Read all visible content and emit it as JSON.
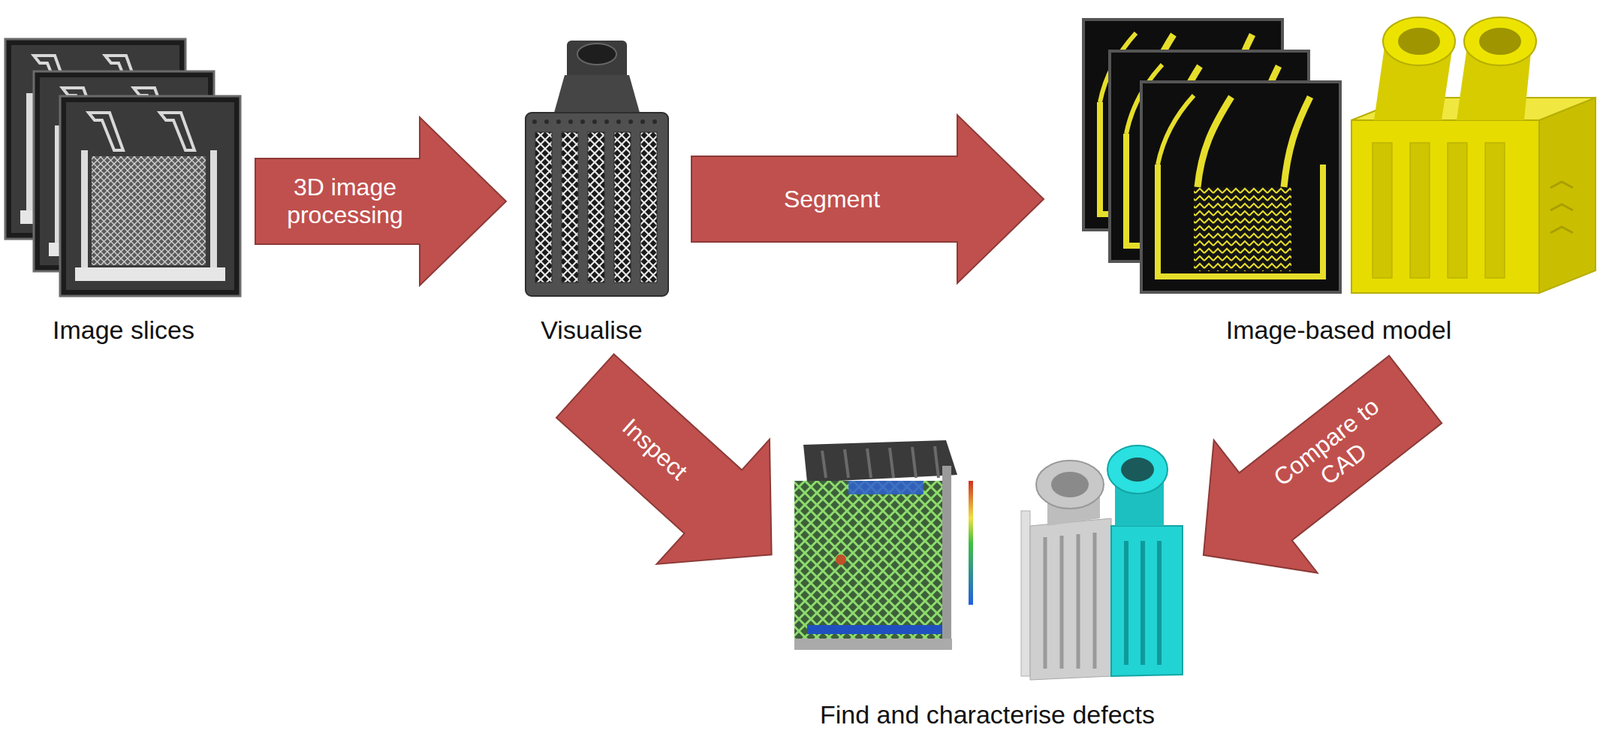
{
  "diagram": {
    "nodes": [
      {
        "text": [
          "Image slices"
        ]
      },
      {
        "text": [
          "Visualise"
        ]
      },
      {
        "text": [
          "Image-based model"
        ]
      },
      {
        "text": [
          "Find and characterise defects"
        ]
      }
    ],
    "edges": [
      {
        "from": 0,
        "to": 1,
        "arrow": "to",
        "label": "3D image processing"
      },
      {
        "from": 1,
        "to": 2,
        "arrow": "to",
        "label": "Segment"
      },
      {
        "from": 1,
        "to": 3,
        "arrow": "to",
        "label": "Inspect"
      },
      {
        "from": 2,
        "to": 3,
        "arrow": "to",
        "label": "Compare to CAD"
      }
    ]
  }
}
